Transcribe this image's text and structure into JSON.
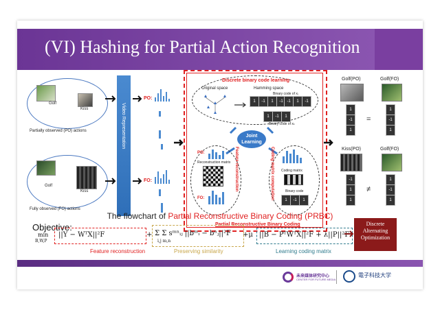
{
  "title": "(VI) Hashing for Partial Action Recognition",
  "left": {
    "po_caption": "Partially observed (PO) actions",
    "fo_caption": "Fully observed (FO) actions",
    "golf": "Golf",
    "kiss": "Kiss",
    "video_rep": "Video Representation",
    "po_tag": "PO:",
    "fo_tag": "FO:"
  },
  "middle": {
    "dbcl_title": "Discrete binary code learning",
    "original_space": "Original space",
    "hamming_space": "Hamming space",
    "binary_code_xi": "Binary code of xᵢ",
    "binary_code_xj": "Binary code of xⱼ",
    "binary_code_xk": "Binary code of xₖ",
    "joint_learning": "Joint Learning",
    "feature_reconstruction_v": "Feature reconstruction",
    "coding_matrix_v": "Coding matrix computation",
    "po": "PO:",
    "fo": "FO:",
    "reconstruction_matrix": "Reconstruction matrix",
    "coding_matrix": "Coding matrix",
    "binary_code": "Binary code",
    "prbc_label": "Partial Reconstructive Binary Coding",
    "code_row1": [
      "1",
      "-1",
      "1",
      "-1"
    ],
    "code_row2": [
      "-1",
      "1",
      "-1",
      "1"
    ],
    "code_row3": [
      "1",
      "-1",
      "1"
    ],
    "binary_code_bottom": [
      "1",
      "-1",
      "1"
    ]
  },
  "right": {
    "golf_po": "Golf(PO)",
    "golf_fo": "Golf(FO)",
    "kiss_po": "Kiss(PO)",
    "golf_fo2": "Golf(FO)",
    "code_a": [
      "1",
      "-1",
      "1"
    ],
    "code_b": [
      "1",
      "-1",
      "1"
    ],
    "code_c": [
      "-1",
      "1",
      "1"
    ],
    "code_d": [
      "1",
      "-1",
      "1"
    ],
    "eq": "=",
    "neq": "≠"
  },
  "caption_prefix": "The flowchart of ",
  "caption_highlight": "Partial Reconstructive Binary Coding (PRBC)",
  "objective_label": "Objective:",
  "formula": {
    "min": "min",
    "min_sub": "B,W,P",
    "term1": "||Y − WᵀX||²F",
    "plus1": "+",
    "term2": "Σ Σ sᵐⁿᵢⱼ ||bᵐᵢ − bⁿⱼ||²F",
    "sub2": "i,j  m,n",
    "plus2": "+μ",
    "term3": "||B − PᵀWᵀX||²F + λ||P||²F"
  },
  "legend": {
    "feature_reconstruction": "Feature reconstruction",
    "preserving_similarity": "Preserving similarity",
    "learning_coding_matrix": "Learning coding matrix"
  },
  "disc_box": [
    "Discrete",
    "Alternating",
    "Optimization"
  ],
  "colors": {
    "purple": "#7a3fa0",
    "red": "#e02020",
    "gold": "#c8a64a",
    "teal": "#2e7a8c",
    "blue": "#3a6ec0"
  },
  "logos": {
    "left_logo_cn": "未来媒体研究中心",
    "left_logo_en": "CENTER FOR FUTURE MEDIA",
    "right_logo_cn": "電子科技大学"
  }
}
